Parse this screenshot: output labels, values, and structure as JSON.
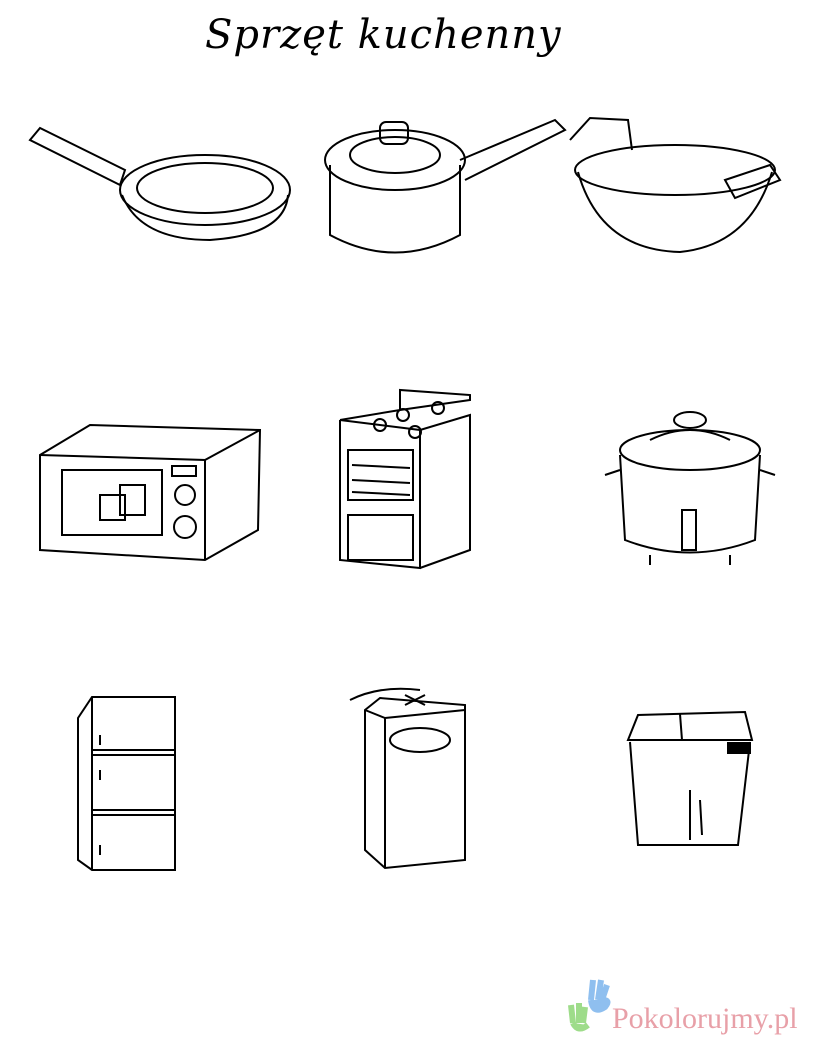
{
  "title": "Sprzęt kuchenny",
  "items": [
    "frying-pan",
    "saucepan",
    "wok",
    "microwave",
    "stove",
    "rice-cooker",
    "fridge",
    "washing-machine",
    "trash-bin"
  ],
  "watermark": "Pokolorujmy.pl",
  "colors": {
    "line": "#000000",
    "watermark": "#e8a0a8",
    "hand_blue": "#8fbfef",
    "hand_green": "#9edc8a"
  }
}
